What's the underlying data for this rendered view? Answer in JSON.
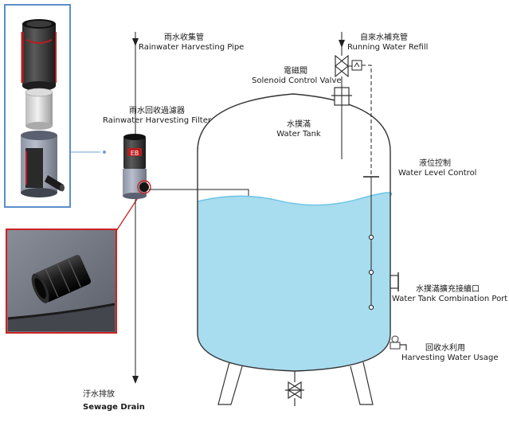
{
  "labels": {
    "rainwater_pipe": {
      "zh": "雨水收集管",
      "en": "Rainwater Harvesting Pipe"
    },
    "refill": {
      "zh": "自來水補充管",
      "en": "Running Water Refill"
    },
    "solenoid": {
      "zh": "電磁閥",
      "en": "Solenoid Control Valve"
    },
    "filter": {
      "zh": "雨水回收過濾器",
      "en": "Rainwater Harvesting Filter"
    },
    "tank": {
      "zh": "水撲滿",
      "en": "Water Tank"
    },
    "level_control": {
      "zh": "液位控制",
      "en": "Water Level Control"
    },
    "combination_port": {
      "zh": "水撲滿擴充接續口",
      "en": "Water Tank Combination Port"
    },
    "usage": {
      "zh": "回收水利用",
      "en": "Harvesting Water Usage"
    },
    "drain": {
      "zh": "汙水排放",
      "en": "Sewage Drain"
    }
  },
  "colors": {
    "water": "#a8dcef",
    "water_edge": "#6cc3e4",
    "inset_border_blue": "#5b8fc9",
    "inset_border_red": "#cc2222",
    "filter_red": "#b81e1e"
  }
}
